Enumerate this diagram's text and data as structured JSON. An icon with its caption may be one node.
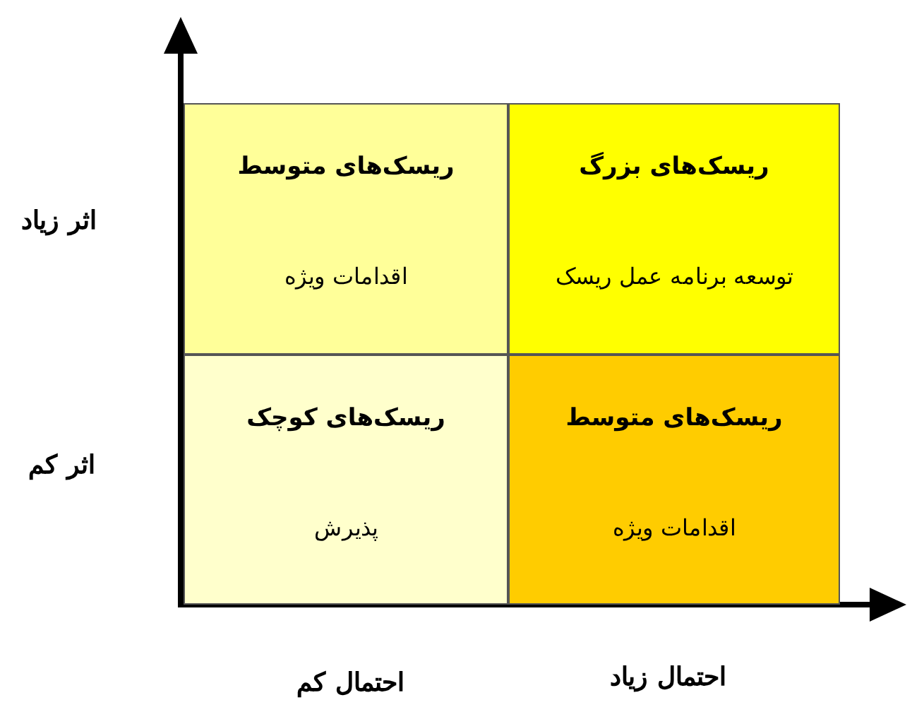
{
  "diagram": {
    "nodes": [
      {
        "text": [
          "ریسک‌های متوسط",
          "اقدامات ویژه"
        ]
      },
      {
        "text": [
          "ریسک‌های بزرگ",
          "توسعه برنامه عمل ریسک"
        ]
      },
      {
        "text": [
          "ریسک‌های کوچک",
          "پذیرش"
        ]
      },
      {
        "text": [
          "ریسک‌های متوسط",
          "اقدامات ویژه"
        ]
      }
    ],
    "labels": [
      "اثر زیاد",
      "اثر کم",
      "احتمال کم",
      "احتمال زیاد"
    ]
  }
}
